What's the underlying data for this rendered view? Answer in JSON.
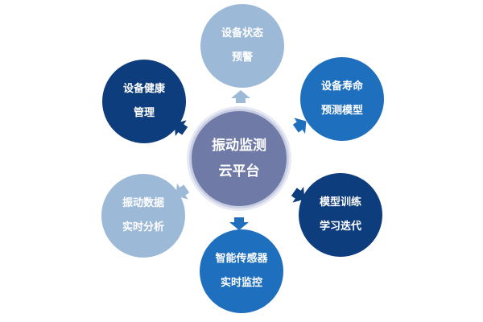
{
  "center": {
    "line1": "振动监测",
    "line2": "云平台"
  },
  "nodes": [
    {
      "id": "top",
      "line1": "设备状态",
      "line2": "预警"
    },
    {
      "id": "top-right",
      "line1": "设备寿命",
      "line2": "预测模型"
    },
    {
      "id": "bottom-right",
      "line1": "模型训练",
      "line2": "学习迭代"
    },
    {
      "id": "bottom",
      "line1": "智能传感器",
      "line2": "实时监控"
    },
    {
      "id": "bottom-left",
      "line1": "振动数据",
      "line2": "实时分析"
    },
    {
      "id": "top-left",
      "line1": "设备健康",
      "line2": "管理"
    }
  ],
  "colors": {
    "light": "#9db9d8",
    "mid": "#1f6fbf",
    "dark": "#0e3d7d",
    "center": "#6f7aa6"
  }
}
